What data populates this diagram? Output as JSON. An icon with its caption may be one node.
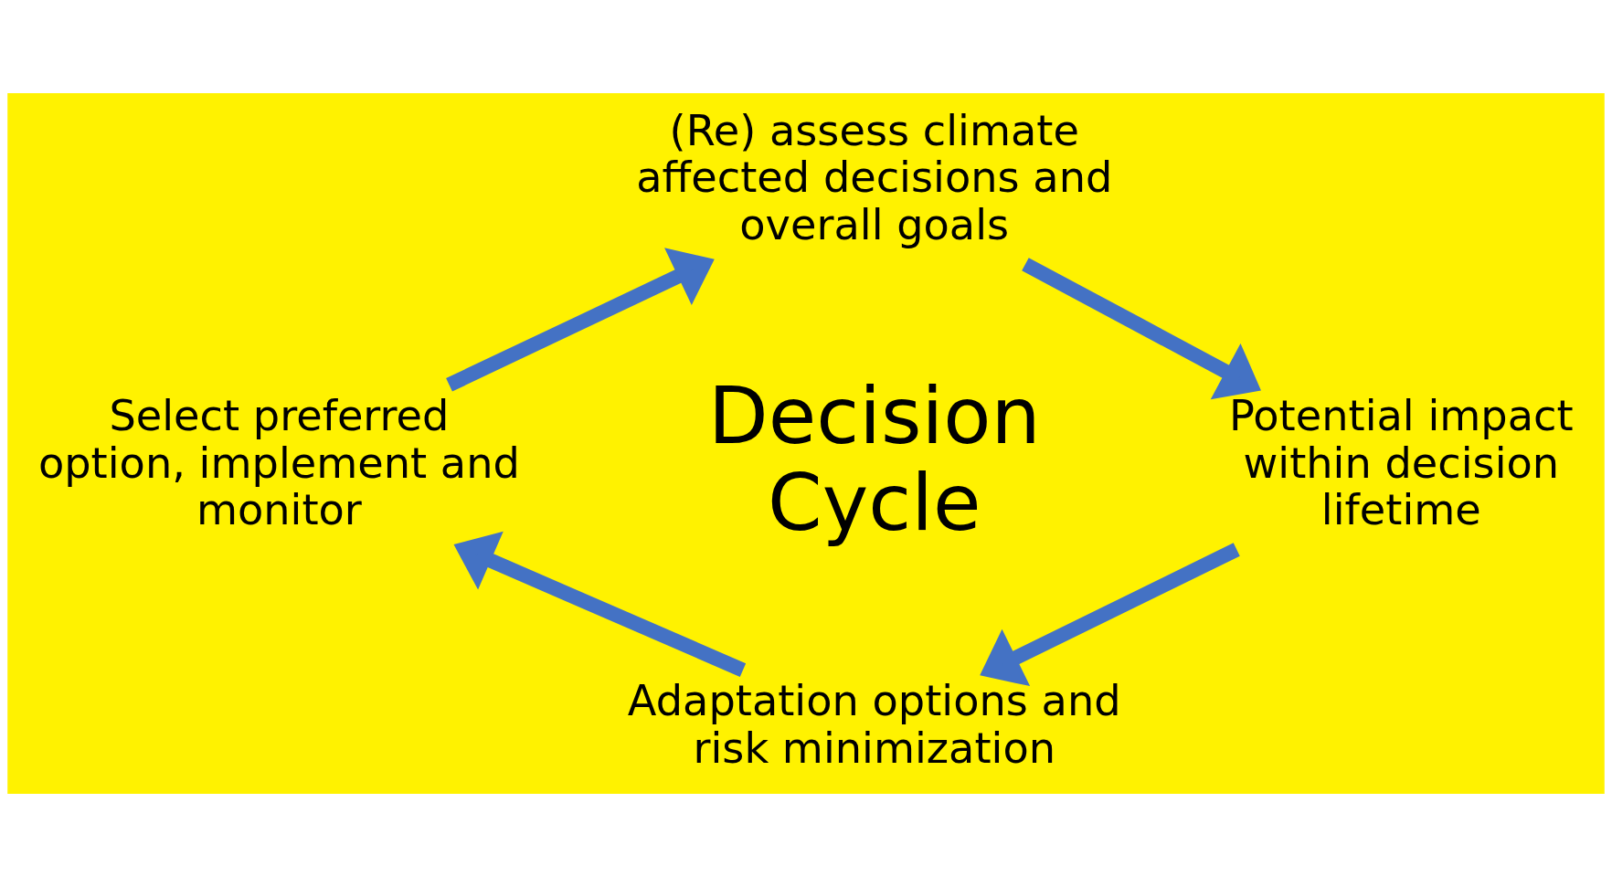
{
  "diagram": {
    "nodes": [
      {
        "text": [
          "(Re) assess climate affected decisions and overall goals"
        ]
      },
      {
        "text": [
          "Potential impact within decision lifetime"
        ]
      },
      {
        "text": [
          "Adaptation options and risk minimization"
        ]
      },
      {
        "text": [
          "Select preferred option, implement and monitor"
        ]
      }
    ],
    "edges": [
      {
        "from": 0,
        "to": 1,
        "arrow": "to"
      },
      {
        "from": 1,
        "to": 2,
        "arrow": "to"
      },
      {
        "from": 2,
        "to": 3,
        "arrow": "to"
      },
      {
        "from": 3,
        "to": 0,
        "arrow": "to"
      }
    ],
    "labels": [
      "Decision Cycle"
    ]
  }
}
